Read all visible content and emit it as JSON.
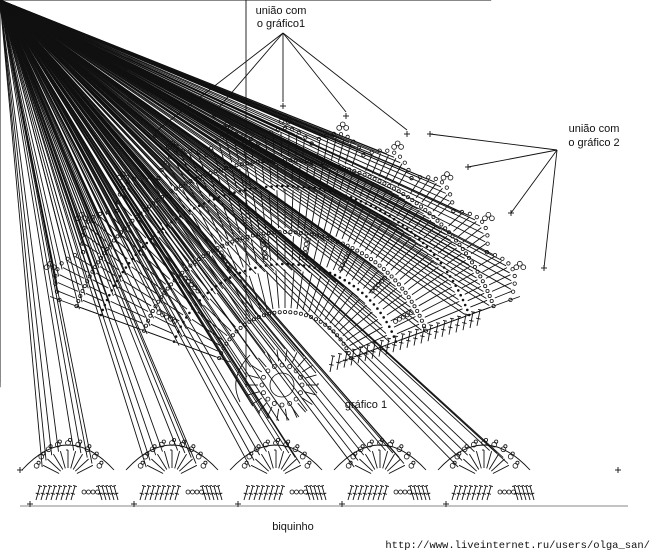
{
  "labels": {
    "join1_line1": "união com",
    "join1_line2": "o gráfico1",
    "join2_line1": "união com",
    "join2_line2": "o gráfico 2",
    "chart1": "gráfico 1",
    "edging": "biquinho",
    "url": "http://www.liveinternet.ru/users/olga_san/"
  },
  "colors": {
    "ink": "#111111",
    "background": "#ffffff"
  }
}
